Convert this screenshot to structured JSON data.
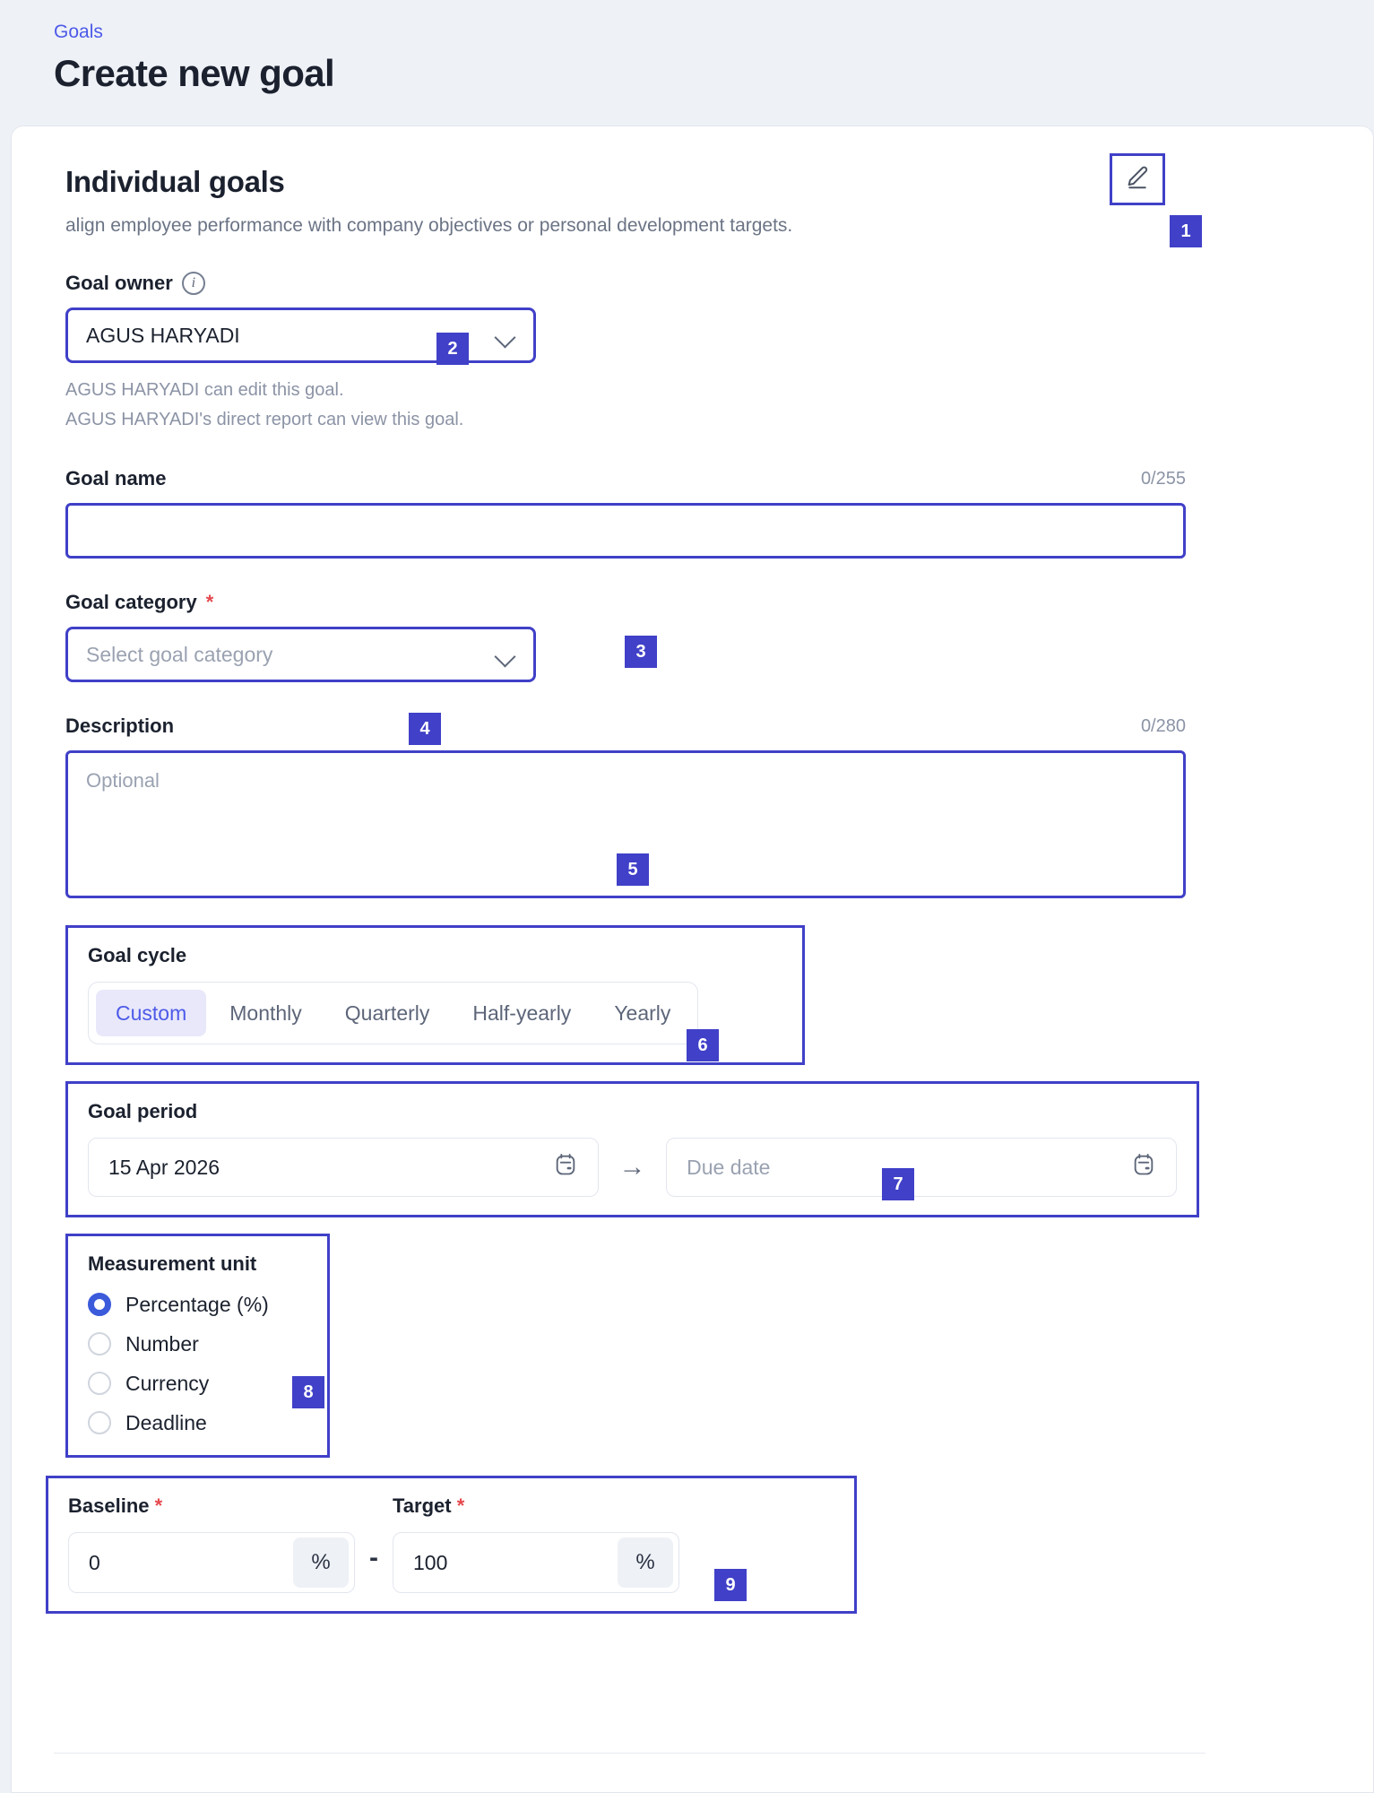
{
  "header": {
    "breadcrumb": "Goals",
    "title": "Create new goal"
  },
  "section": {
    "title": "Individual goals",
    "subtitle": "align employee performance with company objectives or personal development targets.",
    "edit_icon": "pencil-edit-icon"
  },
  "goal_owner": {
    "label": "Goal owner",
    "info_icon": "info-icon",
    "value": "AGUS HARYADI",
    "helper_line1": "AGUS HARYADI can edit this goal.",
    "helper_line2": "AGUS HARYADI's direct report can view this goal."
  },
  "goal_name": {
    "label": "Goal name",
    "counter": "0/255",
    "value": "",
    "placeholder": ""
  },
  "goal_category": {
    "label": "Goal category",
    "required_mark": "*",
    "placeholder": "Select goal category",
    "value": ""
  },
  "description": {
    "label": "Description",
    "counter": "0/280",
    "placeholder": "Optional",
    "value": ""
  },
  "goal_cycle": {
    "label": "Goal cycle",
    "options": [
      "Custom",
      "Monthly",
      "Quarterly",
      "Half-yearly",
      "Yearly"
    ],
    "selected": "Custom"
  },
  "goal_period": {
    "label": "Goal period",
    "start_value": "15 Apr 2026",
    "end_placeholder": "Due date",
    "end_value": "",
    "arrow": "→",
    "calendar_icon": "calendar-icon"
  },
  "measurement_unit": {
    "label": "Measurement unit",
    "options": [
      {
        "label": "Percentage (%)",
        "selected": true
      },
      {
        "label": "Number",
        "selected": false
      },
      {
        "label": "Currency",
        "selected": false
      },
      {
        "label": "Deadline",
        "selected": false
      }
    ]
  },
  "baseline_target": {
    "baseline_label": "Baseline",
    "baseline_required": "*",
    "baseline_value": "0",
    "baseline_suffix": "%",
    "separator": "-",
    "target_label": "Target",
    "target_required": "*",
    "target_value": "100",
    "target_suffix": "%"
  },
  "badges": {
    "b1": "1",
    "b2": "2",
    "b3": "3",
    "b4": "4",
    "b5": "5",
    "b6": "6",
    "b7": "7",
    "b8": "8",
    "b9": "9"
  },
  "colors": {
    "accent": "#4040c8",
    "link": "#4d5ae8",
    "required": "#e5484d",
    "page_bg": "#eef1f6",
    "pill_bg": "#e8e8fa"
  }
}
